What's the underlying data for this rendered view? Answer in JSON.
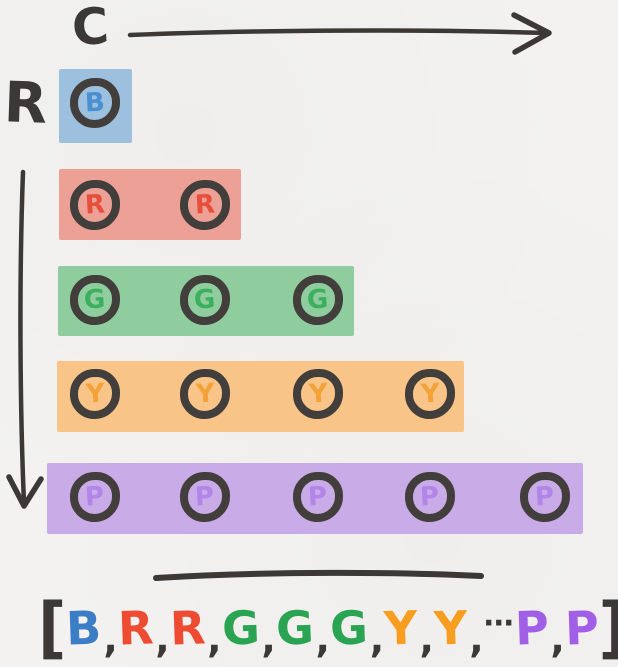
{
  "axis": {
    "column_label": "C",
    "row_label": "R"
  },
  "grid": {
    "ring_color": "#423e3b",
    "rows": [
      {
        "letter": "B",
        "count": 1,
        "band_color": "#9cc0de",
        "letter_color": "#4a8fd1"
      },
      {
        "letter": "R",
        "count": 2,
        "band_color": "#eda095",
        "letter_color": "#e64f3c"
      },
      {
        "letter": "G",
        "count": 3,
        "band_color": "#90cd9e",
        "letter_color": "#3cb05f"
      },
      {
        "letter": "Y",
        "count": 4,
        "band_color": "#f8c488",
        "letter_color": "#f4a238"
      },
      {
        "letter": "P",
        "count": 5,
        "band_color": "#c9abe8",
        "letter_color": "#b285e8"
      }
    ]
  },
  "flattened": {
    "open_bracket": "[",
    "close_bracket": "]",
    "separator": ",",
    "ellipsis": "⋯",
    "punctuation_color": "#3b3835",
    "tokens": [
      {
        "char": "B",
        "color": "#3b7ec6",
        "sep": true
      },
      {
        "char": "R",
        "color": "#ee4b33",
        "sep": true
      },
      {
        "char": "R",
        "color": "#ee4b33",
        "sep": true
      },
      {
        "char": "G",
        "color": "#2aa452",
        "sep": true
      },
      {
        "char": "G",
        "color": "#2aa452",
        "sep": true
      },
      {
        "char": "G",
        "color": "#2aa452",
        "sep": true
      },
      {
        "char": "Y",
        "color": "#f79d1f",
        "sep": true
      },
      {
        "char": "Y",
        "color": "#f79d1f",
        "sep": true
      },
      {
        "char": "⋯",
        "color": "#3b3835",
        "sep": false,
        "ellipsis": true
      },
      {
        "char": "P",
        "color": "#a05fe6",
        "sep": true
      },
      {
        "char": "P",
        "color": "#a05fe6",
        "sep": false
      }
    ]
  },
  "ink_color": "#3b3835",
  "paper_color": "#f3f2f0"
}
